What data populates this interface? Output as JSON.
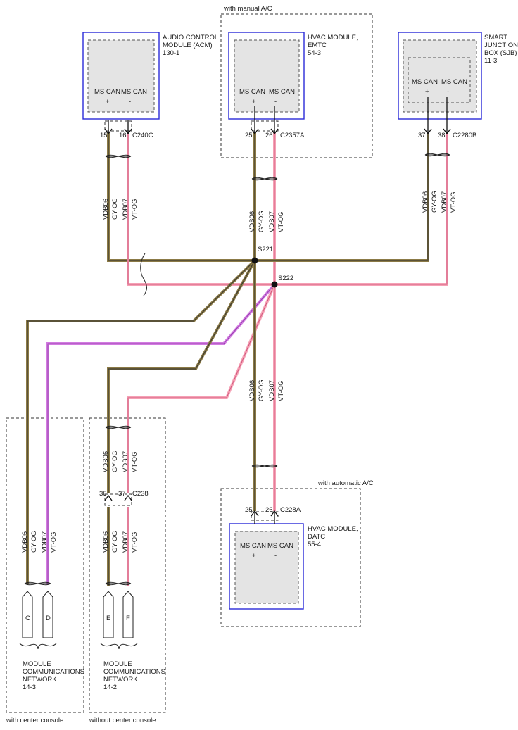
{
  "acm": {
    "name_lines": [
      "AUDIO CONTROL",
      "MODULE (ACM)",
      "130-1"
    ],
    "pin_labels": [
      "MS CAN",
      "MS CAN"
    ],
    "pin_signs": [
      "+",
      "-"
    ],
    "pin_numbers": [
      "15",
      "16"
    ],
    "connector": "C240C"
  },
  "hvac_manual": {
    "region_label": "with manual A/C",
    "name_lines": [
      "HVAC MODULE,",
      "EMTC",
      "54-3"
    ],
    "pin_labels": [
      "MS CAN",
      "MS CAN"
    ],
    "pin_signs": [
      "+",
      "-"
    ],
    "pin_numbers": [
      "25",
      "26"
    ],
    "connector": "C2357A"
  },
  "sjb": {
    "name_lines": [
      "SMART",
      "JUNCTION",
      "BOX (SJB)",
      "11-3"
    ],
    "pin_labels": [
      "MS CAN",
      "MS CAN"
    ],
    "pin_signs": [
      "+",
      "-"
    ],
    "pin_numbers": [
      "37",
      "38"
    ],
    "connector": "C2280B"
  },
  "wires": {
    "vdb06": "VDB06",
    "vdb07": "VDB07",
    "gy_og": "GY-OG",
    "vt_og": "VT-OG"
  },
  "splices": {
    "s221": "S221",
    "s222": "S222"
  },
  "hvac_auto": {
    "region_label": "with automatic A/C",
    "name_lines": [
      "HVAC MODULE,",
      "DATC",
      "55-4"
    ],
    "pin_labels": [
      "MS CAN",
      "MS CAN"
    ],
    "pin_signs": [
      "+",
      "-"
    ],
    "pin_numbers": [
      "25",
      "26"
    ],
    "connector": "C228A"
  },
  "center_console": {
    "region_label": "with center console",
    "connectors": [
      "C",
      "D"
    ],
    "network_lines": [
      "MODULE",
      "COMMUNICATIONS",
      "NETWORK",
      "14-3"
    ]
  },
  "no_center_console": {
    "region_label": "without center console",
    "connectors": [
      "E",
      "F"
    ],
    "pin_numbers": [
      "36",
      "37"
    ],
    "connector": "C238",
    "network_lines": [
      "MODULE",
      "COMMUNICATIONS",
      "NETWORK",
      "14-2"
    ]
  },
  "colors": {
    "brown_wire": "#8b7a46",
    "pink_wire": "#f5a0b4",
    "purple_wire": "#d27be0",
    "module_border": "#2a2ad8"
  }
}
